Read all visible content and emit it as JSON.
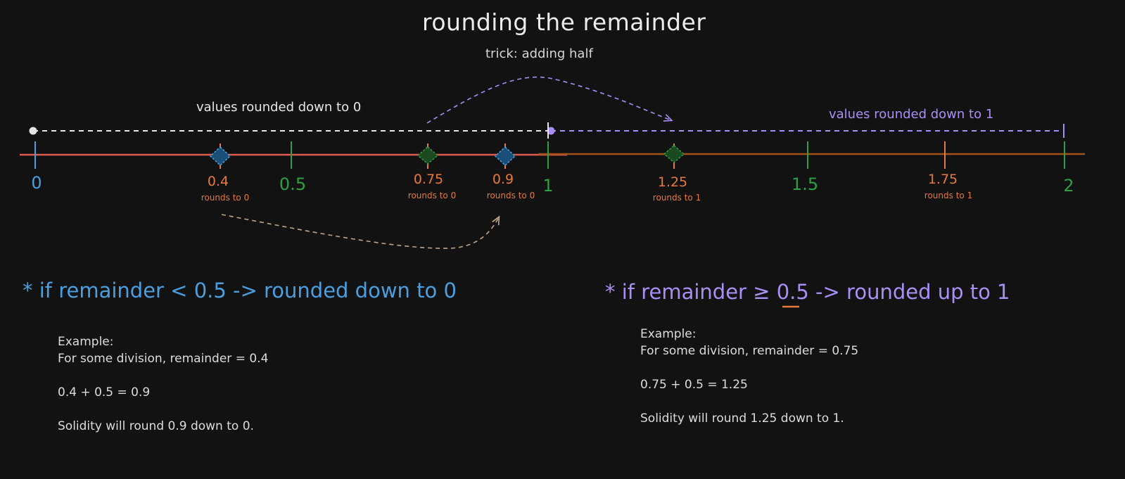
{
  "title": "rounding the remainder",
  "subtitle": "trick: adding half",
  "ranges": {
    "zero_label": "values rounded down to 0",
    "one_label": "values rounded down to 1"
  },
  "axis": {
    "ticks": [
      {
        "value": "0",
        "note": ""
      },
      {
        "value": "0.4",
        "note": "rounds to 0"
      },
      {
        "value": "0.5",
        "note": ""
      },
      {
        "value": "0.75",
        "note": "rounds to 0"
      },
      {
        "value": "0.9",
        "note": "rounds to 0"
      },
      {
        "value": "1",
        "note": ""
      },
      {
        "value": "1.25",
        "note": "rounds to 1"
      },
      {
        "value": "1.5",
        "note": ""
      },
      {
        "value": "1.75",
        "note": "rounds to 1"
      },
      {
        "value": "2",
        "note": ""
      }
    ]
  },
  "rules": {
    "below": "* if remainder < 0.5 -> rounded down to 0",
    "above_prefix": "* if remainder",
    "above_symbol": "≥",
    "above_suffix": "0.5 -> rounded up to 1"
  },
  "examples": {
    "left": {
      "heading": "Example:",
      "line1": "For some division, remainder = 0.4",
      "line2": "0.4 + 0.5 = 0.9",
      "line3": "Solidity will round 0.9 down to 0."
    },
    "right": {
      "heading": "Example:",
      "line1": "For some division, remainder = 0.75",
      "line2": "0.75 + 0.5 = 1.25",
      "line3": "Solidity will round 1.25 down to 1."
    }
  },
  "colors": {
    "blue": "#4a9fe0",
    "green": "#2f9e44",
    "orange": "#e8793a",
    "purple": "#a98ff5",
    "red": "#e05a4f",
    "brown": "#a0501a",
    "white": "#e6e6e6"
  }
}
